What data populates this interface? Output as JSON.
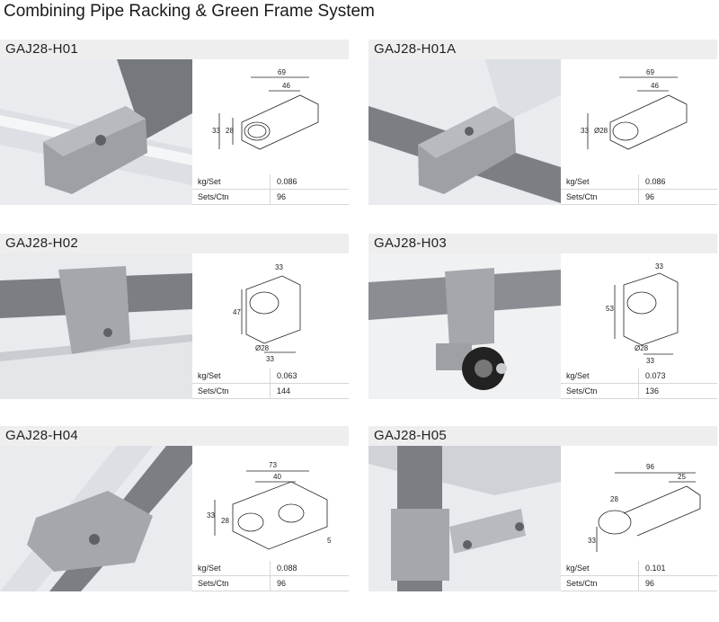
{
  "title": "Combining Pipe Racking & Green Frame System",
  "products": [
    {
      "code": "GAJ28-H01",
      "dims": [
        "69",
        "46",
        "33",
        "28"
      ],
      "spec_labels": [
        "kg/Set",
        "Sets/Ctn"
      ],
      "spec_values": [
        "0.086",
        "96"
      ]
    },
    {
      "code": "GAJ28-H01A",
      "dims": [
        "69",
        "46",
        "33",
        "Ø28"
      ],
      "spec_labels": [
        "kg/Set",
        "Sets/Ctn"
      ],
      "spec_values": [
        "0.086",
        "96"
      ]
    },
    {
      "code": "GAJ28-H02",
      "dims": [
        "33",
        "47",
        "Ø28",
        "33"
      ],
      "spec_labels": [
        "kg/Set",
        "Sets/Ctn"
      ],
      "spec_values": [
        "0.063",
        "144"
      ]
    },
    {
      "code": "GAJ28-H03",
      "dims": [
        "33",
        "53",
        "Ø28",
        "33"
      ],
      "spec_labels": [
        "kg/Set",
        "Sets/Ctn"
      ],
      "spec_values": [
        "0.073",
        "136"
      ]
    },
    {
      "code": "GAJ28-H04",
      "dims": [
        "73",
        "40",
        "33",
        "28",
        "5"
      ],
      "spec_labels": [
        "kg/Set",
        "Sets/Ctn"
      ],
      "spec_values": [
        "0.088",
        "96"
      ]
    },
    {
      "code": "GAJ28-H05",
      "dims": [
        "96",
        "25",
        "28",
        "33"
      ],
      "spec_labels": [
        "kg/Set",
        "Sets/Ctn"
      ],
      "spec_values": [
        "0.101",
        "96"
      ]
    }
  ],
  "colors": {
    "header_bg": "#eeeeee",
    "pipe_grey": "#8a8d92",
    "aluminium": "#c9ccd0",
    "joint": "#a4a8ad"
  }
}
